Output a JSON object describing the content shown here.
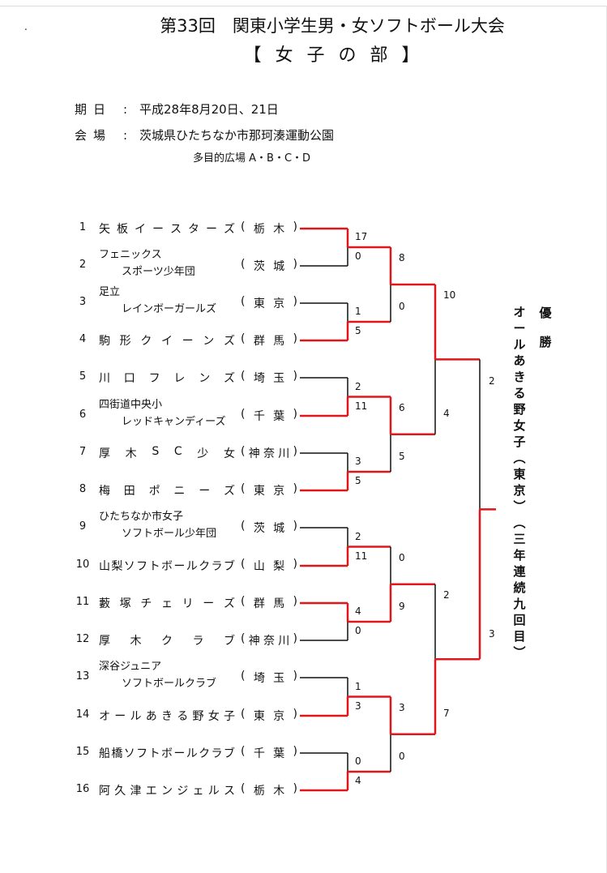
{
  "header": {
    "dot": ".",
    "title": "第33回　関東小学生男・女ソフトボール大会",
    "division": "【 女 子 の 部 】"
  },
  "info": {
    "date_label": "期日",
    "date_value": "平成28年8月20日、21日",
    "venue_label": "会場",
    "venue_value": "茨城県ひたちなか市那珂湊運動公園",
    "venue_sub": "多目的広場 A・B・C・D",
    "colon": ":"
  },
  "teams": [
    {
      "num": "1",
      "name": "矢板イースターズ",
      "pref": "(栃木)"
    },
    {
      "num": "2",
      "name": "フェニックス スポーツ少年団",
      "pref": "(茨城)"
    },
    {
      "num": "3",
      "name": "足立 レインボーガールズ",
      "pref": "(東京)"
    },
    {
      "num": "4",
      "name": "駒形クイーンズ",
      "pref": "(群馬)"
    },
    {
      "num": "5",
      "name": "川口フレンズ",
      "pref": "(埼玉)"
    },
    {
      "num": "6",
      "name": "四街道中央小 レッドキャンディーズ",
      "pref": "(千葉)"
    },
    {
      "num": "7",
      "name": "厚木SC少女",
      "pref": "(神奈川)"
    },
    {
      "num": "8",
      "name": "梅田ポニーズ",
      "pref": "(東京)"
    },
    {
      "num": "9",
      "name": "ひたちなか市女子 ソフトボール少年団",
      "pref": "(茨城)"
    },
    {
      "num": "10",
      "name": "山梨ソフトボールクラブ",
      "pref": "(山梨)"
    },
    {
      "num": "11",
      "name": "藪塚チェリーズ",
      "pref": "(群馬)"
    },
    {
      "num": "12",
      "name": "厚木クラブ",
      "pref": "(神奈川)"
    },
    {
      "num": "13",
      "name": "深谷ジュニア ソフトボールクラブ",
      "pref": "(埼玉)"
    },
    {
      "num": "14",
      "name": "オールあきる野女子",
      "pref": "(東京)"
    },
    {
      "num": "15",
      "name": "船橋ソフトボールクラブ",
      "pref": "(千葉)"
    },
    {
      "num": "16",
      "name": "阿久津エンジェルス",
      "pref": "(栃木)"
    }
  ],
  "scores": {
    "r1": [
      [
        "17",
        "0"
      ],
      [
        "1",
        "5"
      ],
      [
        "2",
        "11"
      ],
      [
        "3",
        "5"
      ],
      [
        "2",
        "11"
      ],
      [
        "4",
        "0"
      ],
      [
        "1",
        "3"
      ],
      [
        "0",
        "4"
      ]
    ],
    "r2": [
      [
        "8",
        "0"
      ],
      [
        "6",
        "5"
      ],
      [
        "0",
        "9"
      ],
      [
        "3",
        "0"
      ]
    ],
    "sf": [
      [
        "10",
        "4"
      ],
      [
        "2",
        "7"
      ]
    ],
    "final": [
      "2",
      "3"
    ]
  },
  "champion": {
    "label": "優勝",
    "team": "オールあきる野女子（東京）（三年連続九回目）"
  },
  "colors": {
    "win": "#e0161b",
    "lose": "#111111"
  }
}
